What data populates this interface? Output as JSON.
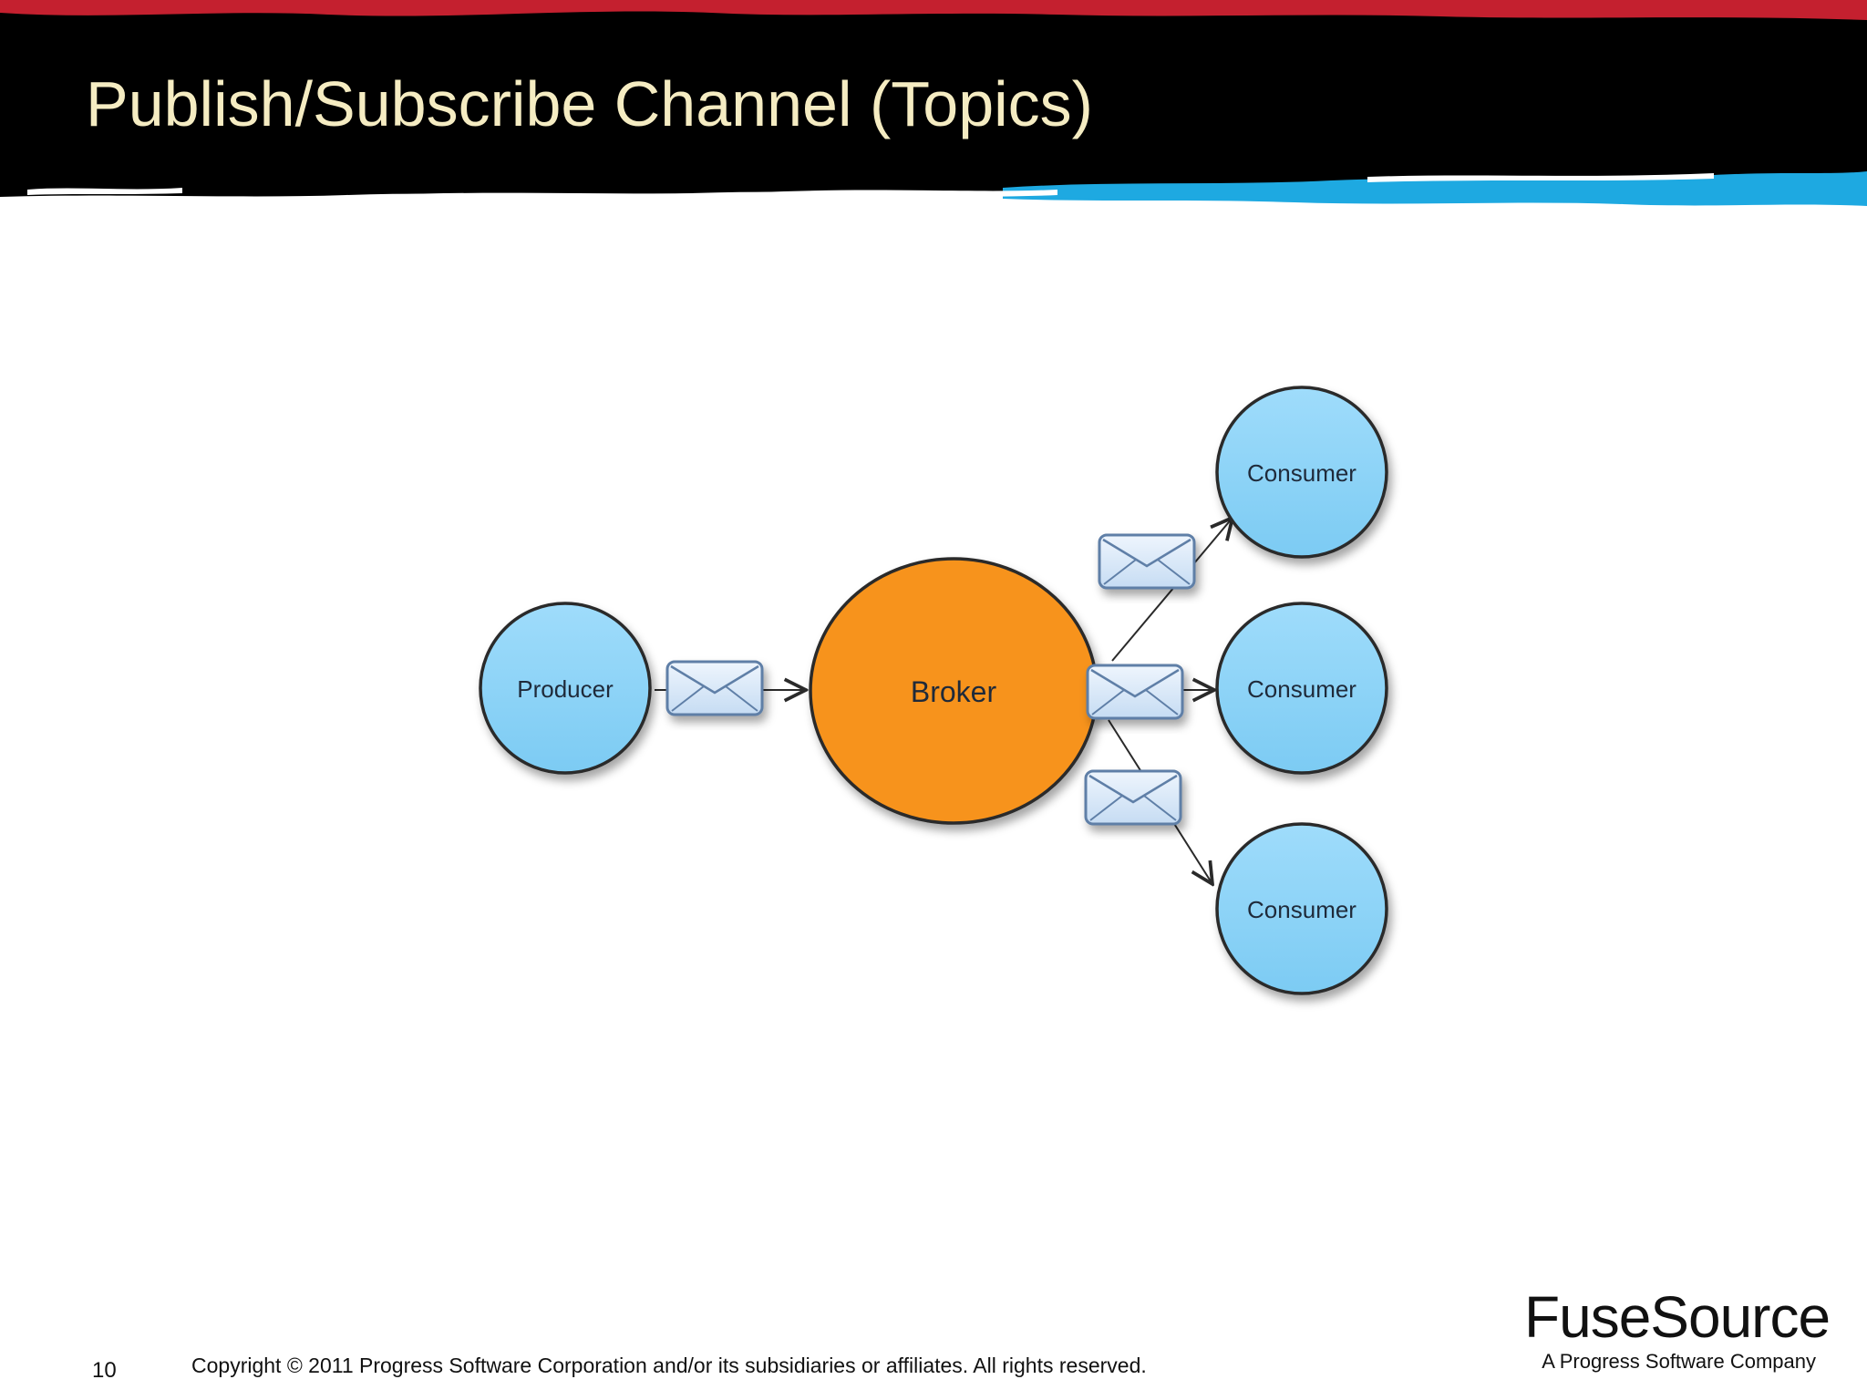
{
  "slide": {
    "title": "Publish/Subscribe Channel (Topics)",
    "page_number": "10",
    "copyright": "Copyright © 2011 Progress Software Corporation and/or its subsidiaries or affiliates. All rights reserved.",
    "logo": {
      "wordmark": "FuseSource",
      "tagline": "A Progress Software Company"
    }
  },
  "diagram": {
    "nodes": {
      "producer": "Producer",
      "broker": "Broker",
      "consumer_top": "Consumer",
      "consumer_middle": "Consumer",
      "consumer_bottom": "Consumer"
    },
    "icons": {
      "message": "envelope-icon",
      "flow": "arrow-icon"
    }
  },
  "colors": {
    "header_background": "#000000",
    "header_red": "#c4202f",
    "header_blue": "#1ea9e1",
    "title_text": "#f5ecc2",
    "client_node_fill": "#8dd2f6",
    "broker_node_fill": "#f7931d",
    "node_outline": "#2b2b2b",
    "envelope_fill": "#dbeafb",
    "envelope_outline": "#5f7fa7"
  }
}
